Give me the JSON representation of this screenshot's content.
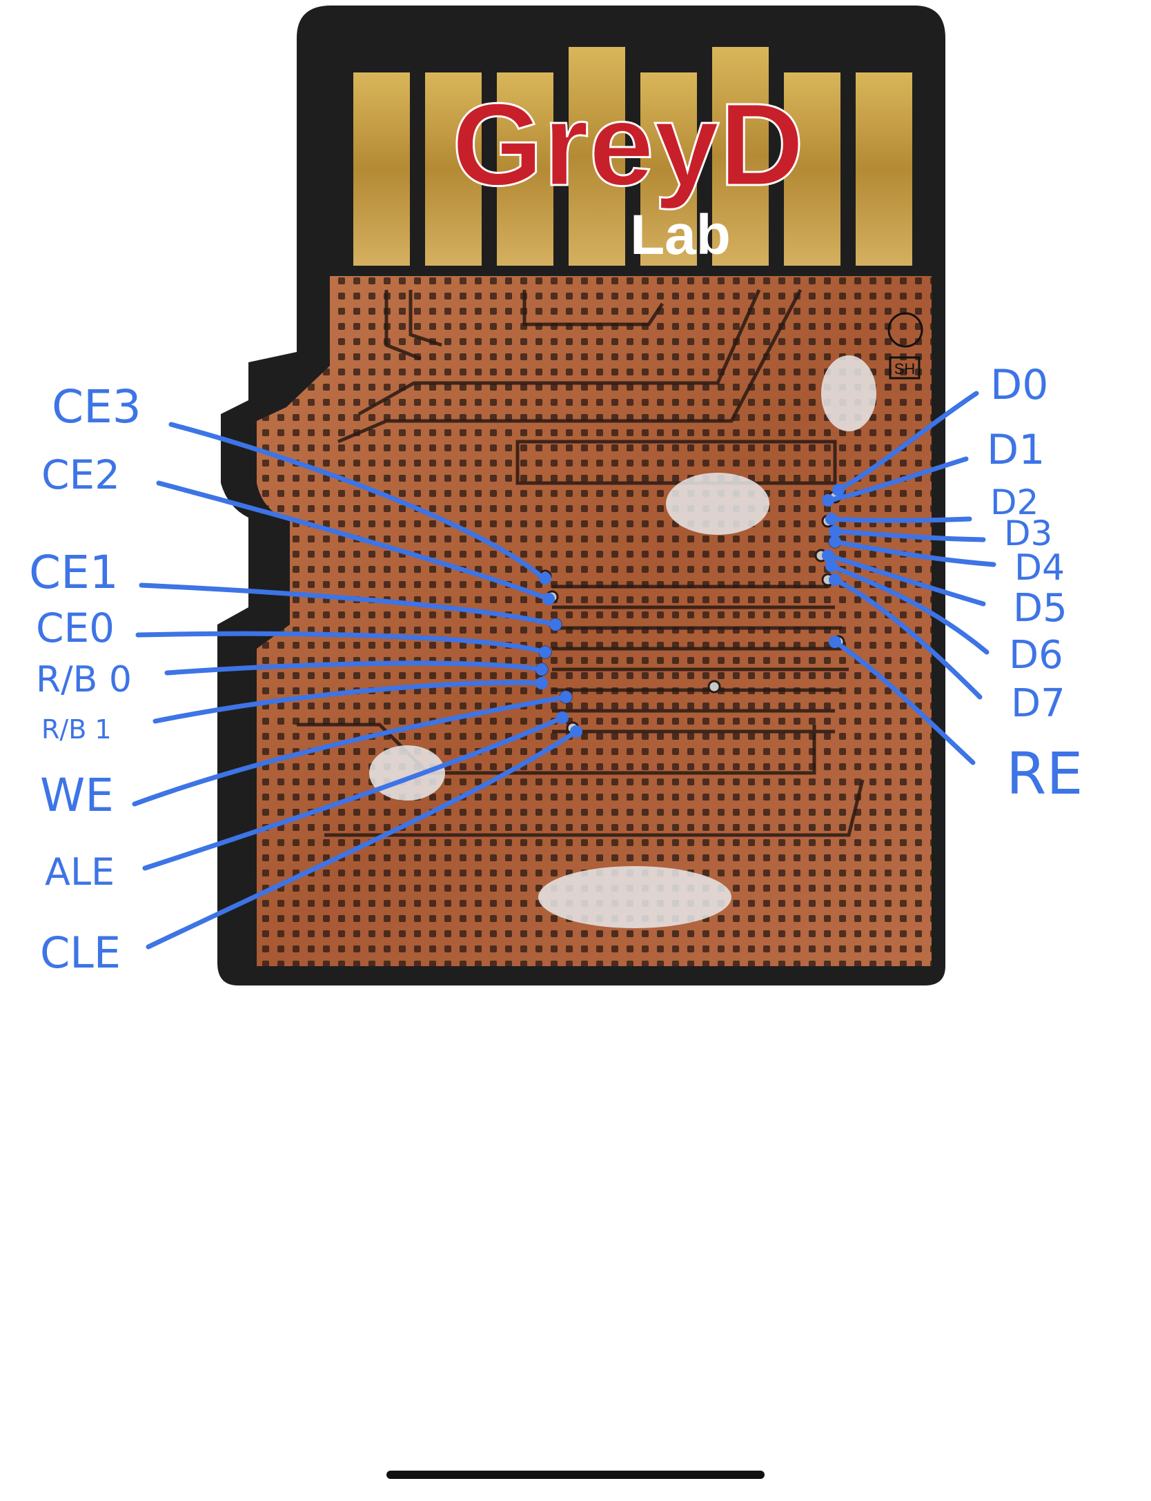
{
  "logo": {
    "brand": "GreyD",
    "sub": "Lab"
  },
  "board": {
    "silkscreen": [
      "SH"
    ]
  },
  "pins_left": [
    {
      "label": "CE3"
    },
    {
      "label": "CE2"
    },
    {
      "label": "CE1"
    },
    {
      "label": "CE0"
    },
    {
      "label": "R/B 0"
    },
    {
      "label": "R/B 1"
    },
    {
      "label": "WE"
    },
    {
      "label": "ALE"
    },
    {
      "label": "CLE"
    }
  ],
  "pins_right": [
    {
      "label": "D0"
    },
    {
      "label": "D1"
    },
    {
      "label": "D2"
    },
    {
      "label": "D3"
    },
    {
      "label": "D4"
    },
    {
      "label": "D5"
    },
    {
      "label": "D6"
    },
    {
      "label": "D7"
    },
    {
      "label": "RE"
    }
  ],
  "colors": {
    "annotation": "#3d74e6",
    "logo_red": "#c8202a",
    "logo_white": "#ffffff",
    "copper": "#b86a43",
    "card_body": "#1e1e1e",
    "gold_contact": "#c9a54a"
  }
}
